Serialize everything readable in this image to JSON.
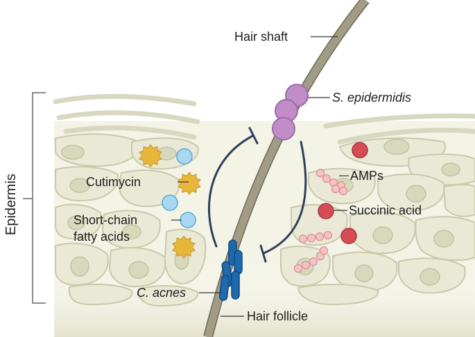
{
  "labels": {
    "hair_shaft": "Hair shaft",
    "s_epidermidis": "S. epidermidis",
    "epidermis": "Epidermis",
    "cutimycin": "Cutimycin",
    "amps": "AMPs",
    "succinic_acid": "Succinic acid",
    "short_chain_line1": "Short-chain",
    "short_chain_line2": "fatty acids",
    "c_acnes": "C. acnes",
    "hair_follicle": "Hair follicle"
  },
  "colors": {
    "skin_cell_fill": "#e9e9d6",
    "skin_cell_stroke": "#c9c9ab",
    "nucleus": "#d8d8bd",
    "hair": "#9a9680",
    "s_epidermidis": "#c08dc8",
    "c_acnes": "#1d6aae",
    "cutimycin": "#e7b73c",
    "scfa": "#a9d9f2",
    "succinic_acid": "#d64c55",
    "amp": "#f6c2c4",
    "inhibition_arrow": "#2e3f5c"
  },
  "icons": {
    "s_epidermidis": "purple-coccus-cluster",
    "c_acnes": "blue-rod-cluster",
    "cutimycin": "yellow-spiky-sphere",
    "scfa": "light-blue-sphere",
    "succinic_acid": "red-sphere",
    "amp": "pink-bead-chain",
    "inhibition": "blunt-arrow-inhibition"
  }
}
